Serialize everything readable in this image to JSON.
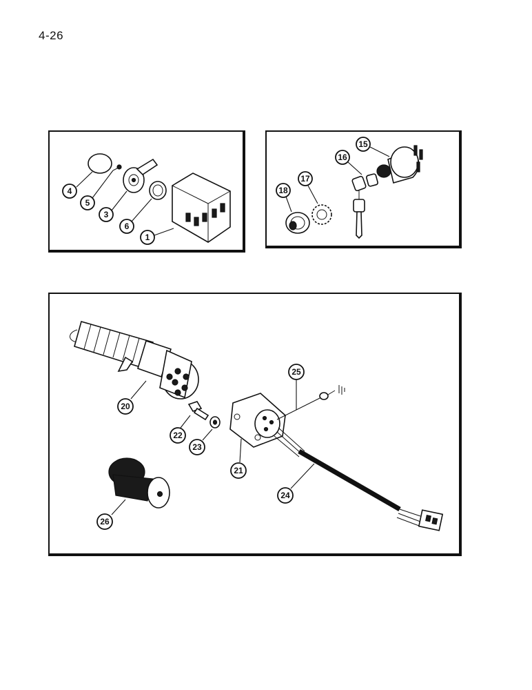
{
  "page": {
    "number": "4-26"
  },
  "panels": {
    "top_left": {
      "callouts": [
        "4",
        "5",
        "3",
        "6",
        "1"
      ]
    },
    "top_right": {
      "callouts": [
        "15",
        "16",
        "17",
        "18"
      ]
    },
    "bottom": {
      "callouts": [
        "20",
        "22",
        "23",
        "21",
        "25",
        "24",
        "26"
      ]
    }
  },
  "colors": {
    "ink": "#111111",
    "paper": "#ffffff"
  }
}
